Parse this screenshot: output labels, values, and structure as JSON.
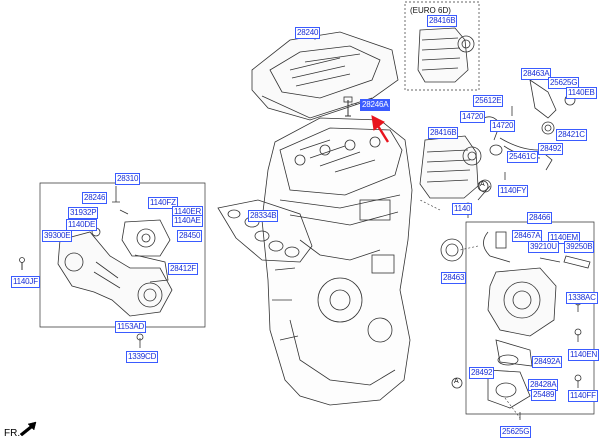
{
  "labels": {
    "l28240": "28240",
    "l28246a": "28246A",
    "l28310": "28310",
    "l28246": "28246",
    "l1140fz": "1140FZ",
    "l31932p": "31932P",
    "l1140er": "1140ER",
    "l1140ae": "1140AE",
    "l1140de": "1140DE",
    "l39300e": "39300E",
    "l28450": "28450",
    "l28412f": "28412F",
    "l28334b": "28334B",
    "l1140jf": "1140JF",
    "l1153ad": "1153AD",
    "l1339cd": "1339CD",
    "l28416b_euro": "28416B",
    "l28463a": "28463A",
    "l25625g": "25625G",
    "l1140eb": "1140EB",
    "l25612e": "25612E",
    "l14720a": "14720",
    "l14720b": "14720",
    "l28416b": "28416B",
    "l28421c": "28421C",
    "l28492a": "28492",
    "l25461c": "25461C",
    "l1140fy": "1140FY",
    "l1140i": "1140",
    "l28466": "28466",
    "l28467a": "28467A",
    "l1140em": "1140EM",
    "l39210u": "39210U",
    "l39250b": "39250B",
    "l28463": "28463",
    "l1338ac": "1338AC",
    "l28492ab": "28492A",
    "l1140en": "1140EN",
    "l28492b": "28492",
    "l28428a": "28428A",
    "l25489": "25489",
    "l1140ff": "1140FF",
    "l25625g2": "25625G"
  },
  "euro_label": "(EURO 6D)",
  "circle_a1": "A",
  "circle_a2": "A",
  "fr_label": "FR.",
  "colors": {
    "label_border": "#3a5bff",
    "label_text": "#1a2fd6",
    "highlight_fill": "#3b5cff",
    "arrow": "#e8141e"
  }
}
